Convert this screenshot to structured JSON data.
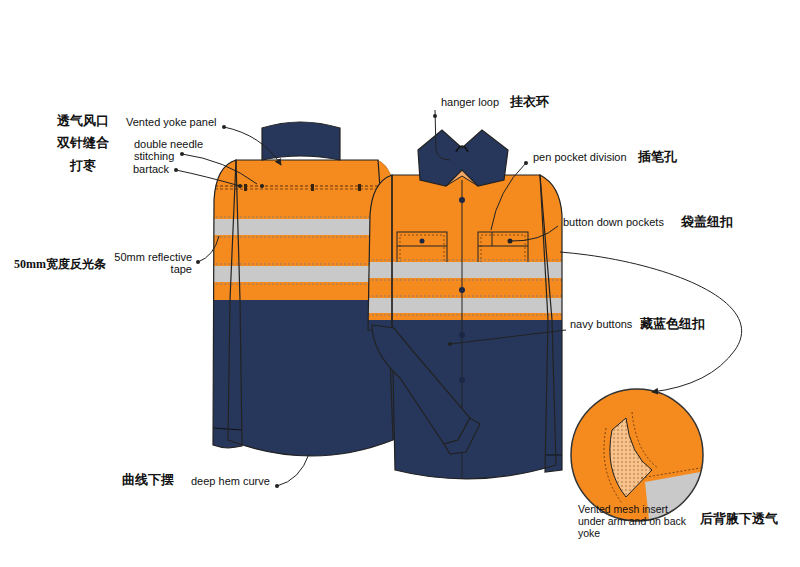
{
  "diagram": {
    "labels": [
      "透气风口",
      "Vented yoke panel",
      "双针缝合",
      "double needle stitching",
      "打枣",
      "bartack",
      "50mm宽度反光条",
      "50mm reflective tape",
      "hanger loop",
      "挂衣环",
      "pen pocket division",
      "插笔孔",
      "button down pockets",
      "袋盖纽扣",
      "navy buttons",
      "藏蓝色纽扣",
      "曲线下摆",
      "deep hem curve",
      "Vented mesh insert under arm and on back yoke",
      "后背腋下透气"
    ]
  }
}
